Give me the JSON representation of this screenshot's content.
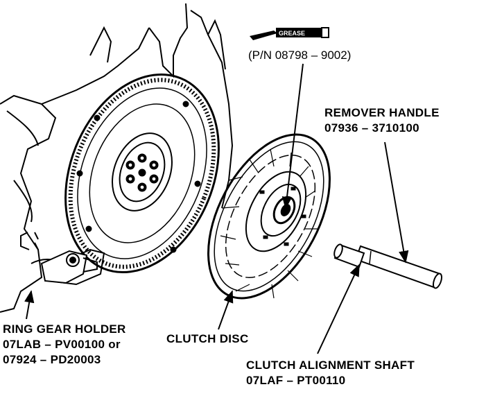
{
  "tube": {
    "label": "GREASE",
    "part_number": "(P/N 08798 – 9002)"
  },
  "labels": {
    "remover_handle": {
      "name": "REMOVER HANDLE",
      "number": "07936 – 3710100"
    },
    "ring_gear_holder": {
      "name": "RING GEAR HOLDER",
      "line2": "07LAB – PV00100 or",
      "line3": "07924 – PD20003"
    },
    "clutch_disc": {
      "name": "CLUTCH DISC"
    },
    "clutch_alignment_shaft": {
      "name": "CLUTCH ALIGNMENT SHAFT",
      "number": "07LAF – PT00110"
    }
  }
}
